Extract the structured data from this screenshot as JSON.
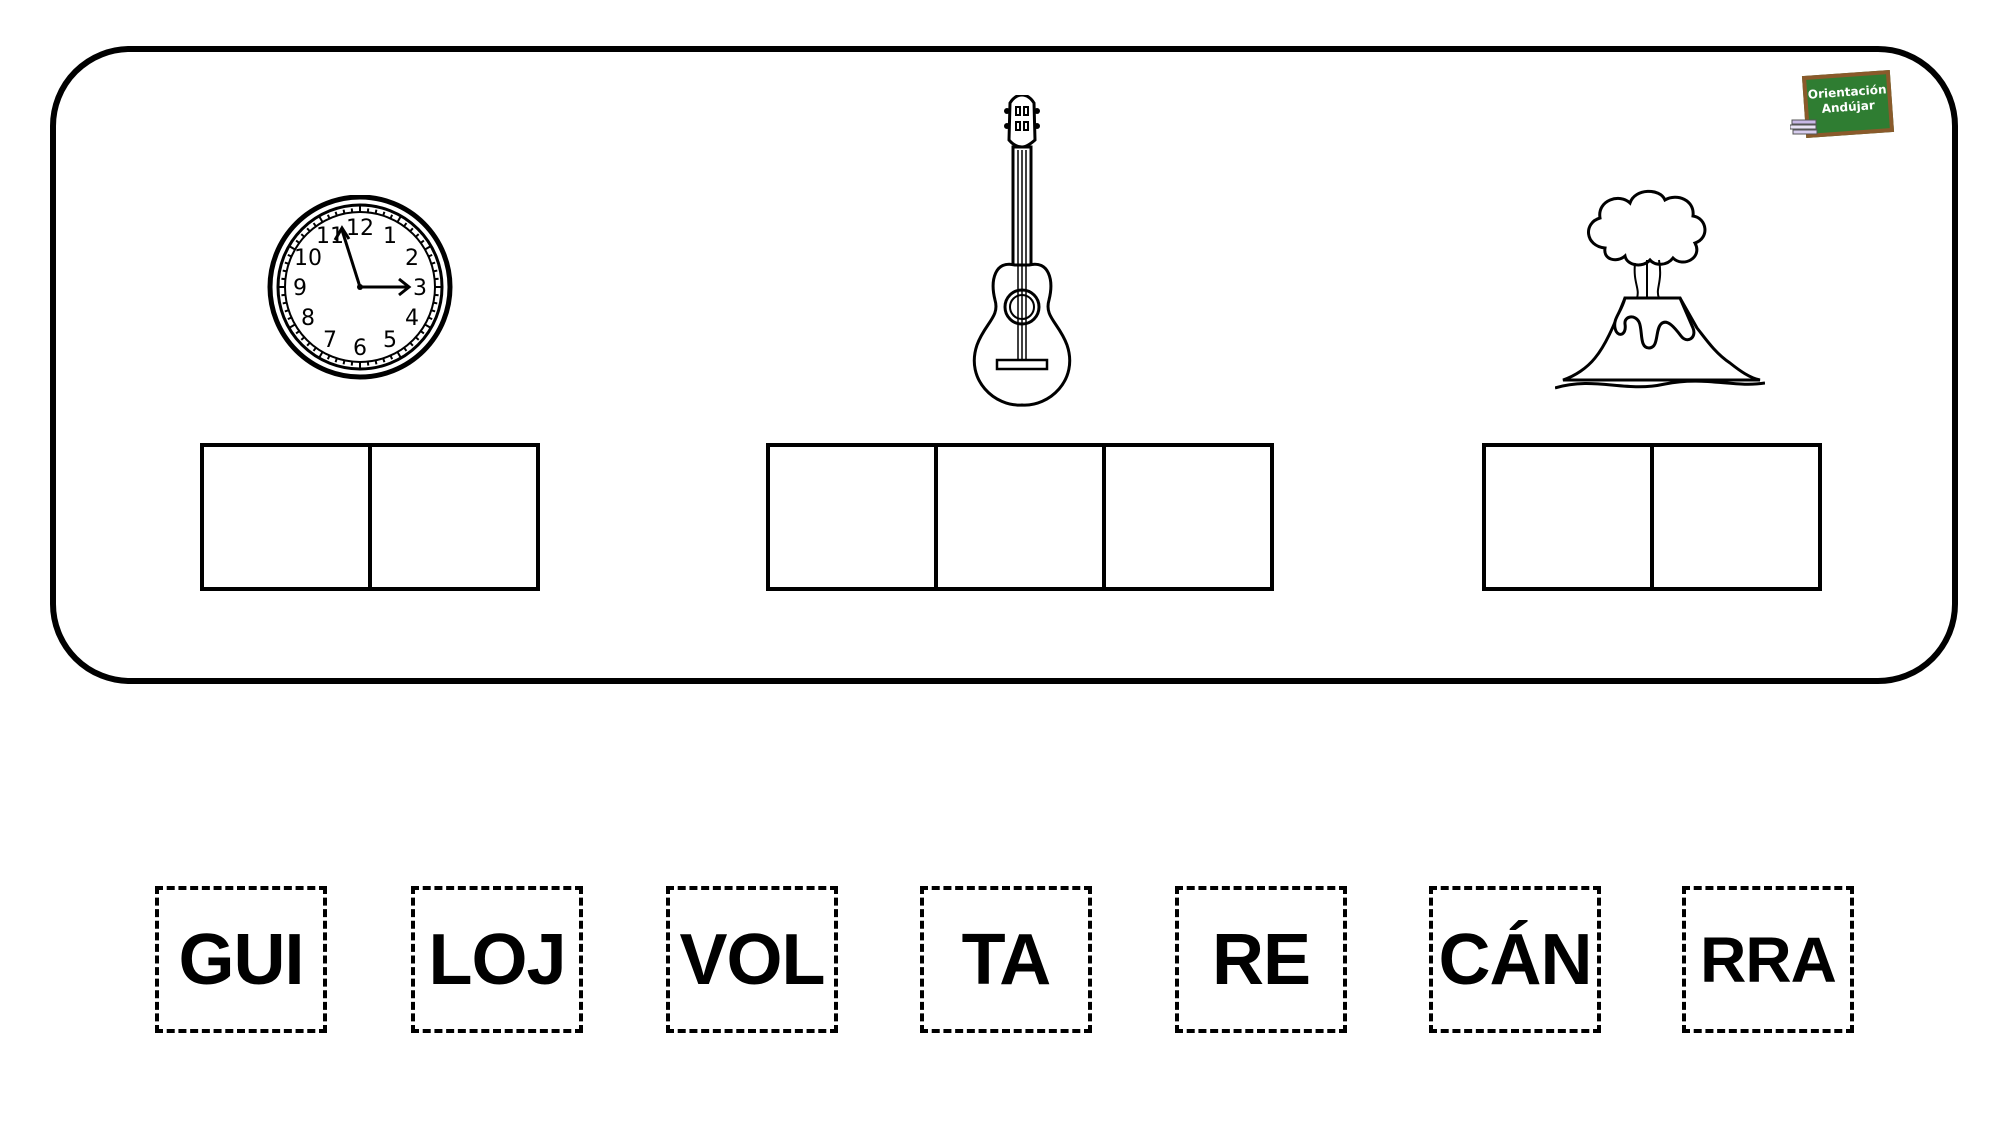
{
  "logo": {
    "line1": "Orientación",
    "line2": "Andújar"
  },
  "pictures": [
    {
      "name": "clock",
      "icon": "clock-icon",
      "slots": 2
    },
    {
      "name": "guitar",
      "icon": "guitar-icon",
      "slots": 3
    },
    {
      "name": "volcano",
      "icon": "volcano-icon",
      "slots": 2
    }
  ],
  "clock_numbers": [
    "12",
    "1",
    "2",
    "3",
    "4",
    "5",
    "6",
    "7",
    "8",
    "9",
    "10",
    "11"
  ],
  "syllable_cards": [
    "GUI",
    "LOJ",
    "VOL",
    "TA",
    "RE",
    "CÁN",
    "RRA"
  ]
}
